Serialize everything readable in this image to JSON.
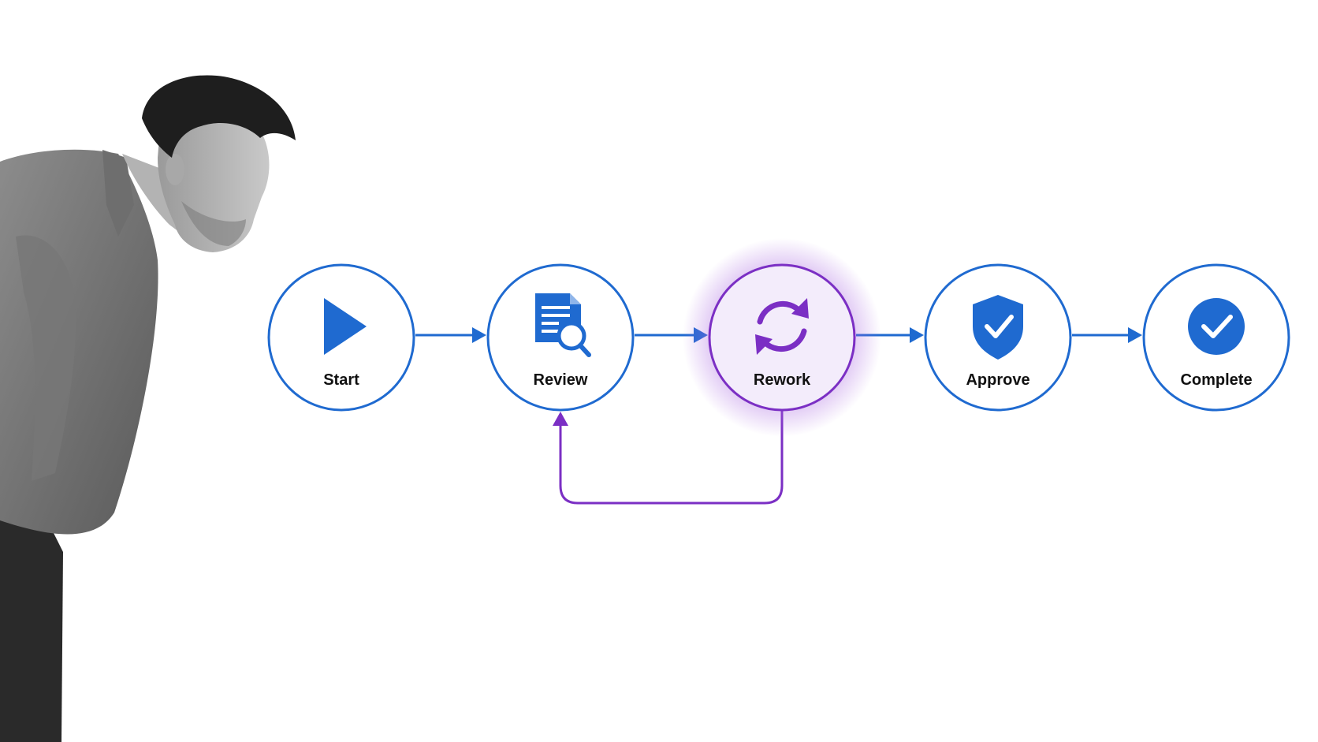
{
  "diagram": {
    "colors": {
      "flow": "#1f6ad0",
      "loop": "#7b2fc4",
      "highlight_fill": "#f3ecfb",
      "label": "#111111"
    },
    "nodes": [
      {
        "id": "start",
        "label": "Start",
        "icon": "play-icon"
      },
      {
        "id": "review",
        "label": "Review",
        "icon": "document-search-icon"
      },
      {
        "id": "rework",
        "label": "Rework",
        "icon": "refresh-icon",
        "highlighted": true
      },
      {
        "id": "approve",
        "label": "Approve",
        "icon": "shield-check-icon"
      },
      {
        "id": "complete",
        "label": "Complete",
        "icon": "check-circle-icon"
      }
    ],
    "edges": [
      {
        "from": "start",
        "to": "review"
      },
      {
        "from": "review",
        "to": "rework"
      },
      {
        "from": "rework",
        "to": "approve"
      },
      {
        "from": "approve",
        "to": "complete"
      },
      {
        "from": "rework",
        "to": "review",
        "type": "loop"
      }
    ]
  }
}
